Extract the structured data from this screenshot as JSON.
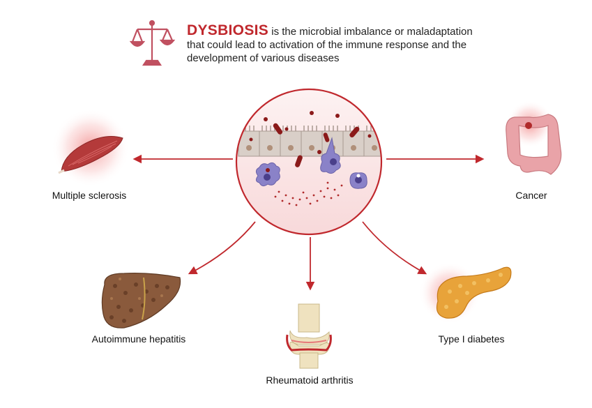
{
  "header": {
    "term": "DYSBIOSIS",
    "line1": " is the microbial imbalance or maladaptation",
    "line2": "that could lead to activation of the immune response and the",
    "line3": "development of various diseases"
  },
  "diseases": {
    "multiple_sclerosis": "Multiple sclerosis",
    "cancer": "Cancer",
    "autoimmune_hepatitis": "Autoimmune hepatitis",
    "rheumatoid_arthritis": "Rheumatoid arthritis",
    "type1_diabetes": "Type I diabetes"
  },
  "colors": {
    "accent_red": "#c0282d",
    "scale_pink": "#c05060",
    "circle_fill": "#fbe9ea",
    "liver": "#8a5a3c",
    "pancreas": "#e8a33a",
    "muscle": "#b43a3a",
    "colon": "#e9a3a8",
    "cell_purple": "#8a82c8"
  },
  "icons": [
    "balance-scale-icon",
    "gut-lining-icon",
    "muscle-icon",
    "colon-icon",
    "liver-icon",
    "knee-joint-icon",
    "pancreas-icon"
  ]
}
